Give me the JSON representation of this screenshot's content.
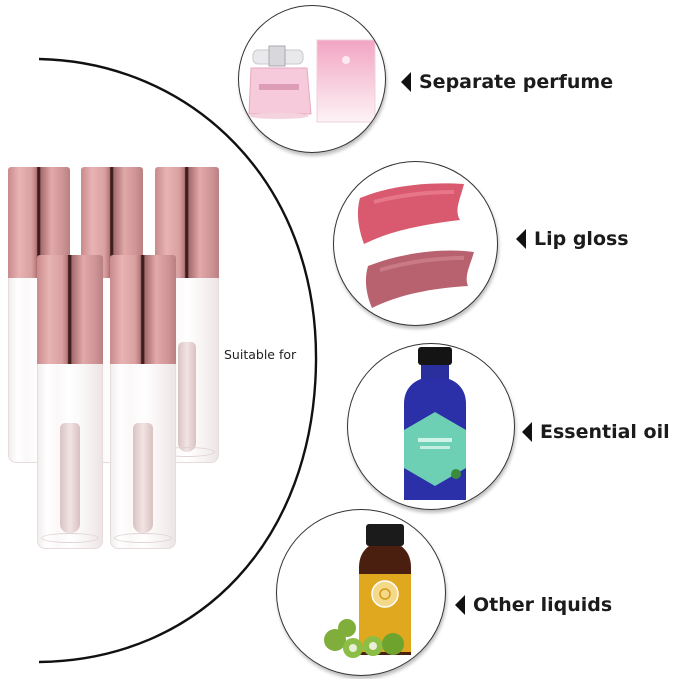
{
  "center_label": "Suitable for",
  "product": {
    "name": "lip gloss tubes",
    "count": 5,
    "cap_color": "#d9a0a1",
    "body_color": "#ffffff"
  },
  "uses": [
    {
      "label": "Separate perfume",
      "image": "perfume-bottle-and-box",
      "accent": "#f2a9c4"
    },
    {
      "label": "Lip gloss",
      "image": "lip-gloss-swatches",
      "accent": "#d9596e"
    },
    {
      "label": "Essential oil",
      "image": "blue-essential-oil-bottle",
      "accent": "#2b2f9e"
    },
    {
      "label": "Other liquids",
      "image": "amber-oil-bottle-with-castor-seeds",
      "accent": "#e0a81e"
    }
  ]
}
